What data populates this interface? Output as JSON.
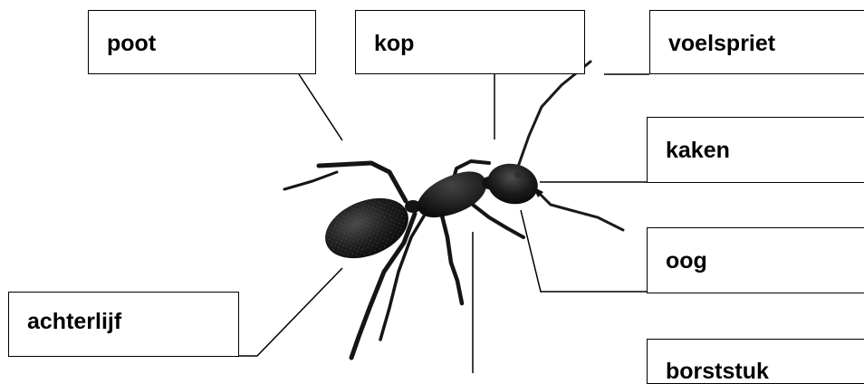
{
  "labels": {
    "poot": "poot",
    "kop": "kop",
    "voelspriet": "voelspriet",
    "kaken": "kaken",
    "oog": "oog",
    "borststuk": "borststuk",
    "achterlijf": "achterlijf"
  },
  "image": {
    "subject": "ant",
    "colors": {
      "body": "#141414",
      "highlight": "#3a3a3a",
      "leader_line": "#000000"
    }
  }
}
